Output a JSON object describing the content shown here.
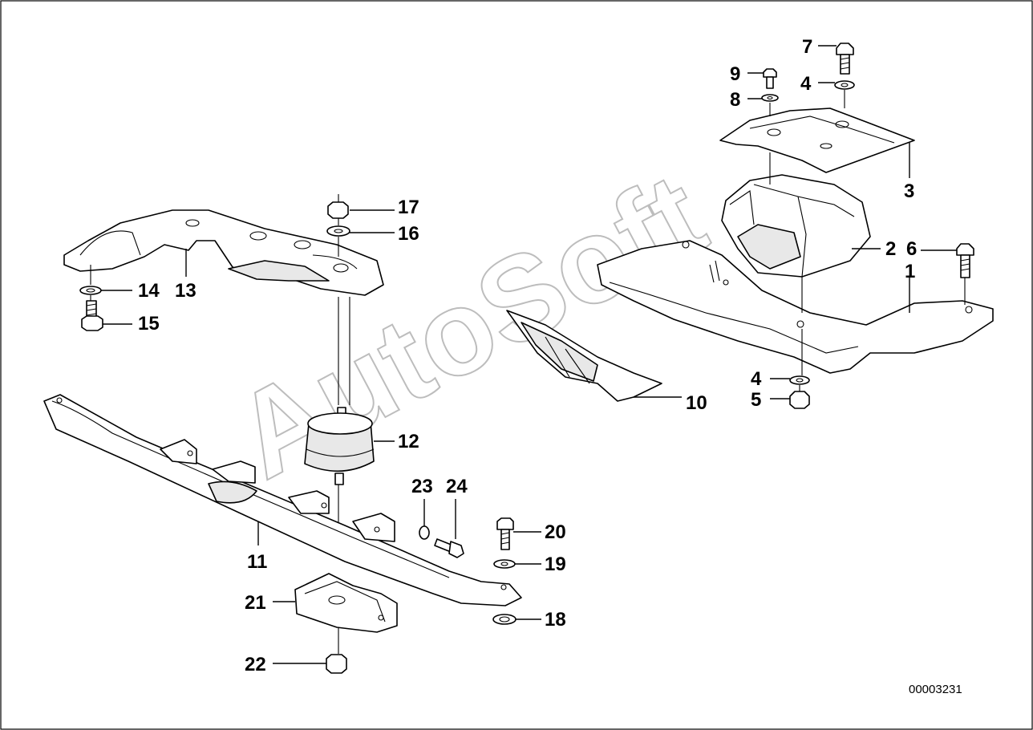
{
  "drawing_number": "00003231",
  "watermark": "AutoSoft",
  "callouts": [
    "1",
    "2",
    "3",
    "4",
    "4",
    "5",
    "6",
    "7",
    "8",
    "9",
    "10",
    "11",
    "12",
    "13",
    "14",
    "15",
    "16",
    "17",
    "18",
    "19",
    "20",
    "21",
    "22",
    "23",
    "24"
  ]
}
